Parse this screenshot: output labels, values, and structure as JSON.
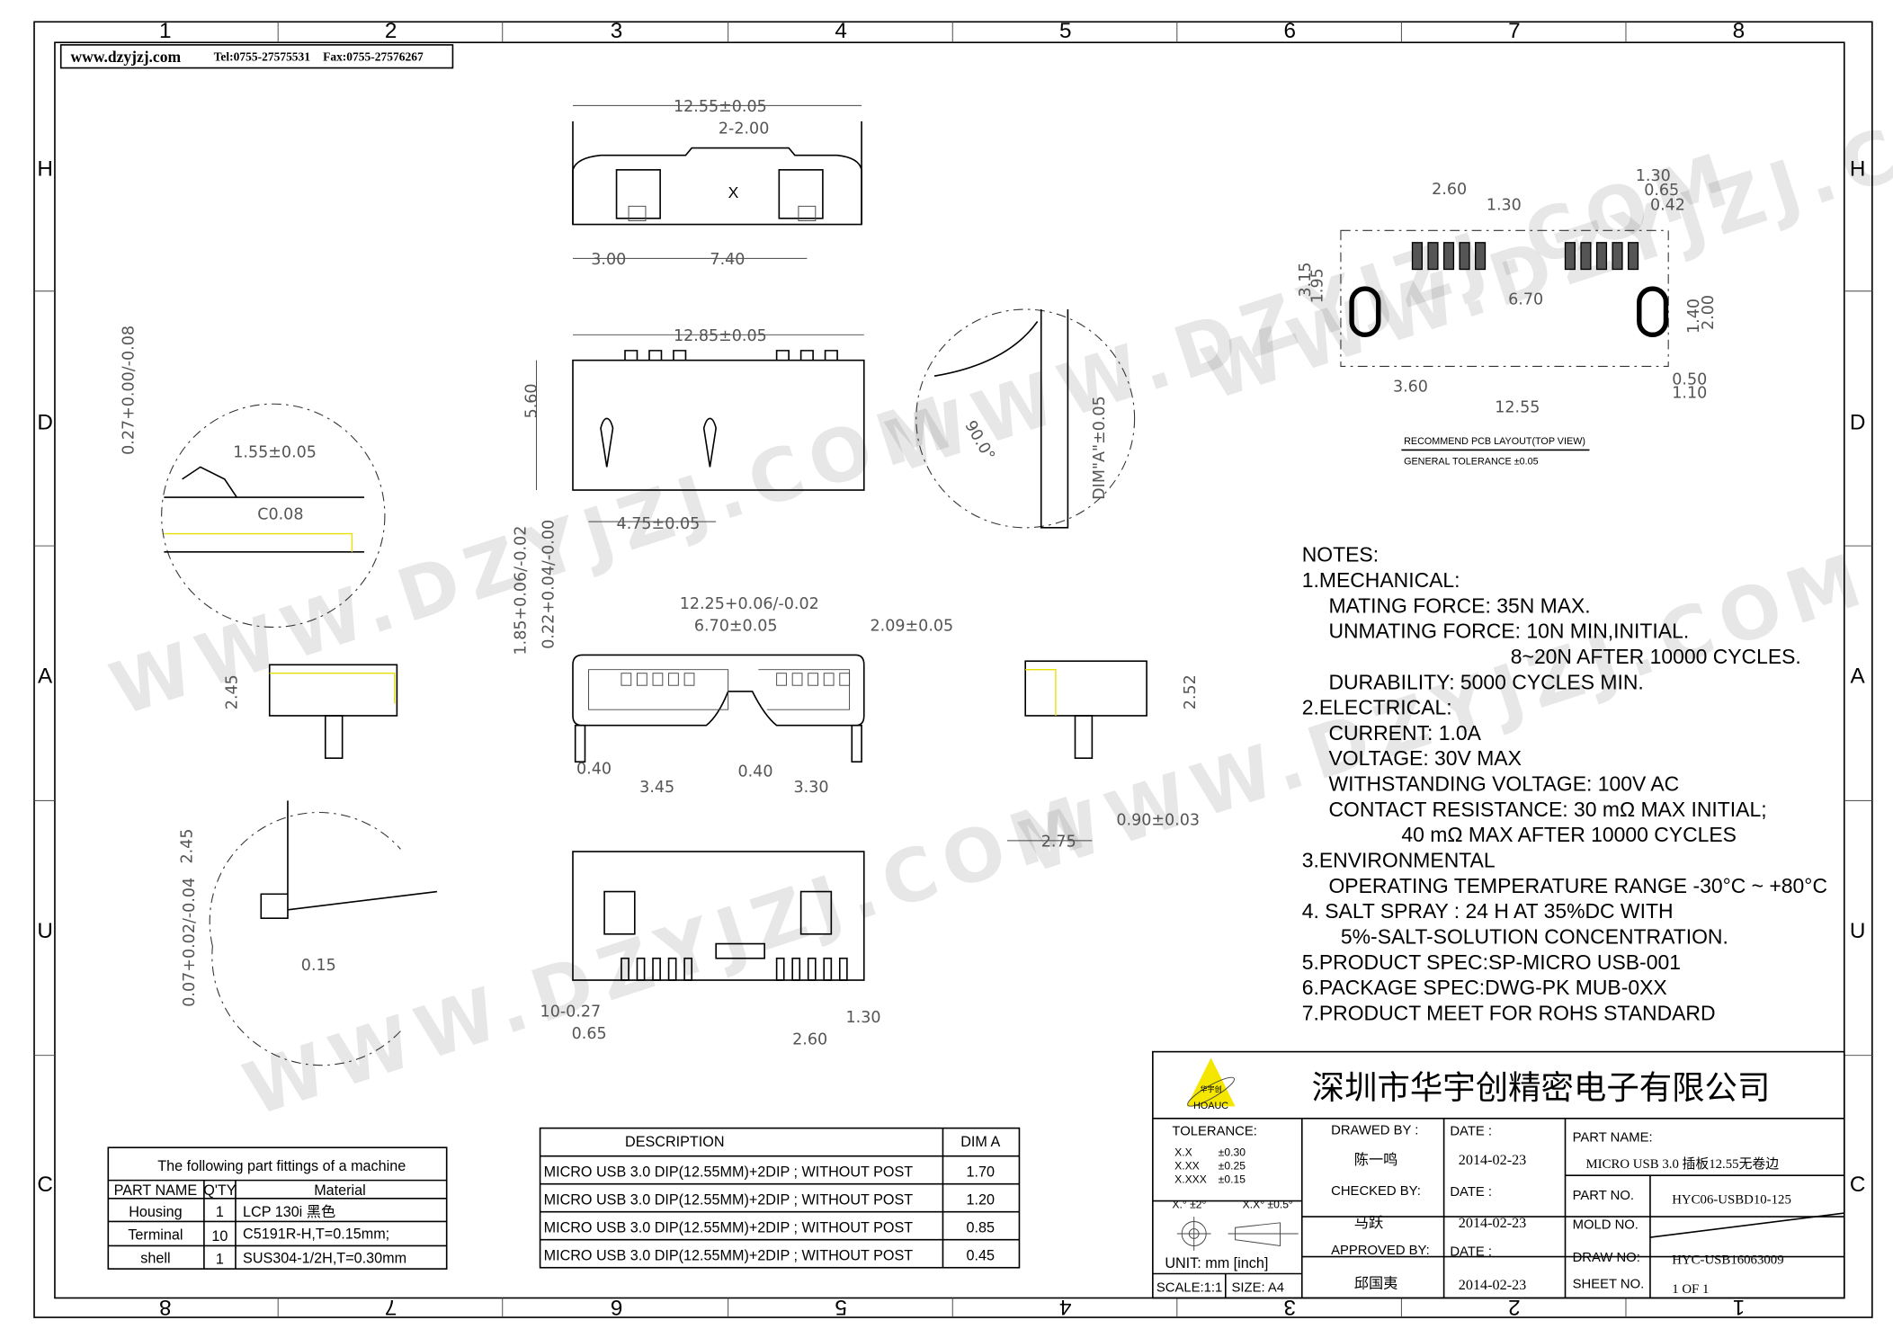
{
  "header": {
    "website": "www.dzyjzj.com",
    "tel": "Tel:0755-27575531",
    "fax": "Fax:0755-27576267"
  },
  "grid": {
    "top": [
      "1",
      "2",
      "3",
      "4",
      "5",
      "6",
      "7",
      "8"
    ],
    "bottom": [
      "8",
      "7",
      "6",
      "5",
      "4",
      "3",
      "2",
      "1"
    ],
    "side": [
      "H",
      "D",
      "A",
      "U",
      "C"
    ]
  },
  "watermark": "WWW.DZYJZJ.COM",
  "dims": {
    "top_width": "12.55±0.05",
    "top_pitch": "2-2.00",
    "top_x": "X",
    "top_300": "3.00",
    "top_740": "7.40",
    "front_width": "12.85±0.05",
    "front_560": "5.60",
    "front_475": "4.75±0.05",
    "detail_027": "0.27+0.00/-0.08",
    "detail_155": "1.55±0.05",
    "detail_c008": "C0.08",
    "detail_90": "90.0°",
    "detail_dima": "DIM\"A\"±0.05",
    "side_245": "2.45",
    "side_252": "2.52",
    "face_1225": "12.25+0.06/-0.02",
    "face_670": "6.70±0.05",
    "face_209": "2.09±0.05",
    "face_185": "1.85+0.06/-0.02",
    "face_022": "0.22+0.04/-0.00",
    "face_040a": "0.40",
    "face_345": "3.45",
    "face_040b": "0.40",
    "face_330": "3.30",
    "right_275": "2.75",
    "right_090": "0.90±0.03",
    "det2_245": "2.45",
    "det2_007": "0.07+0.02/-0.04",
    "det2_015": "0.15",
    "bot_1027": "10-0.27",
    "bot_065": "0.65",
    "bot_130": "1.30",
    "bot_260": "2.60"
  },
  "pcb": {
    "dims": [
      "2.60",
      "1.30",
      "1.30",
      "0.65",
      "0.42",
      "3.15",
      "1.95",
      "6.70",
      "1.40",
      "2.00",
      "3.60",
      "12.55",
      "0.50",
      "1.10"
    ],
    "title": "RECOMMEND PCB LAYOUT(TOP VIEW)",
    "tolerance": "GENERAL TOLERANCE ±0.05"
  },
  "notes": [
    "NOTES:",
    "1.MECHANICAL:",
    "MATING FORCE: 35N MAX.",
    "UNMATING FORCE: 10N MIN,INITIAL.",
    "8~20N AFTER 10000 CYCLES.",
    "DURABILITY: 5000 CYCLES MIN.",
    "2.ELECTRICAL:",
    "CURRENT: 1.0A",
    "VOLTAGE:  30V MAX",
    "WITHSTANDING VOLTAGE: 100V AC",
    "CONTACT RESISTANCE: 30 mΩ  MAX INITIAL;",
    "40 mΩ  MAX AFTER 10000 CYCLES",
    "3.ENVIRONMENTAL",
    "OPERATING TEMPERATURE RANGE -30°C ~ +80°C",
    "4. SALT SPRAY : 24 H AT 35%DC WITH",
    "5%-SALT-SOLUTION CONCENTRATION.",
    "5.PRODUCT SPEC:SP-MICRO USB-001",
    "6.PACKAGE SPEC:DWG-PK MUB-0XX",
    "7.PRODUCT MEET FOR ROHS STANDARD"
  ],
  "parts_table": {
    "caption": "The following part fittings of a machine",
    "headers": [
      "PART NAME",
      "Q'TY",
      "Material"
    ],
    "rows": [
      [
        "Housing",
        "1",
        "LCP 130i 黑色"
      ],
      [
        "Terminal",
        "10",
        "C5191R-H,T=0.15mm;"
      ],
      [
        "shell",
        "1",
        "SUS304-1/2H,T=0.30mm"
      ]
    ]
  },
  "dim_table": {
    "headers": [
      "DESCRIPTION",
      "DIM A"
    ],
    "rows": [
      [
        "MICRO USB 3.0 DIP(12.55MM)+2DIP ; WITHOUT POST",
        "1.70"
      ],
      [
        "MICRO USB 3.0 DIP(12.55MM)+2DIP ; WITHOUT POST",
        "1.20"
      ],
      [
        "MICRO USB 3.0 DIP(12.55MM)+2DIP ; WITHOUT POST",
        "0.85"
      ],
      [
        "MICRO USB 3.0 DIP(12.55MM)+2DIP ; WITHOUT POST",
        "0.45"
      ]
    ]
  },
  "title_block": {
    "logo_cn": "华宇创",
    "logo_en": "HOAUC",
    "company": "深圳市华宇创精密电子有限公司",
    "tolerance_label": "TOLERANCE:",
    "tolerances": [
      [
        "X.X",
        "±0.30"
      ],
      [
        "X.XX",
        "±0.25"
      ],
      [
        "X.XXX",
        "±0.15"
      ]
    ],
    "angle_tol": [
      "X.° ±2°",
      "X.X° ±0.5°"
    ],
    "unit": "UNIT:  mm  [inch]",
    "scale": "SCALE:1:1",
    "size": "SIZE:  A4",
    "drawed_by_label": "DRAWED BY :",
    "drawed_by": "陈一鸣",
    "checked_by_label": "CHECKED BY:",
    "checked_by": "马跃",
    "approved_by_label": "APPROVED BY:",
    "approved_by": "邱国夷",
    "date_label": "DATE :",
    "dates": [
      "2014-02-23",
      "2014-02-23",
      "2014-02-23"
    ],
    "part_name_label": "PART NAME:",
    "part_name": "MICRO USB 3.0 插板12.55无卷边",
    "part_no_label": "PART NO.",
    "part_no": "HYC06-USBD10-125",
    "mold_no_label": "MOLD NO.",
    "draw_no_label": "DRAW NO:",
    "draw_no": "HYC-USB16063009",
    "sheet_no_label": "SHEET NO.",
    "sheet_no": "1 OF 1"
  }
}
